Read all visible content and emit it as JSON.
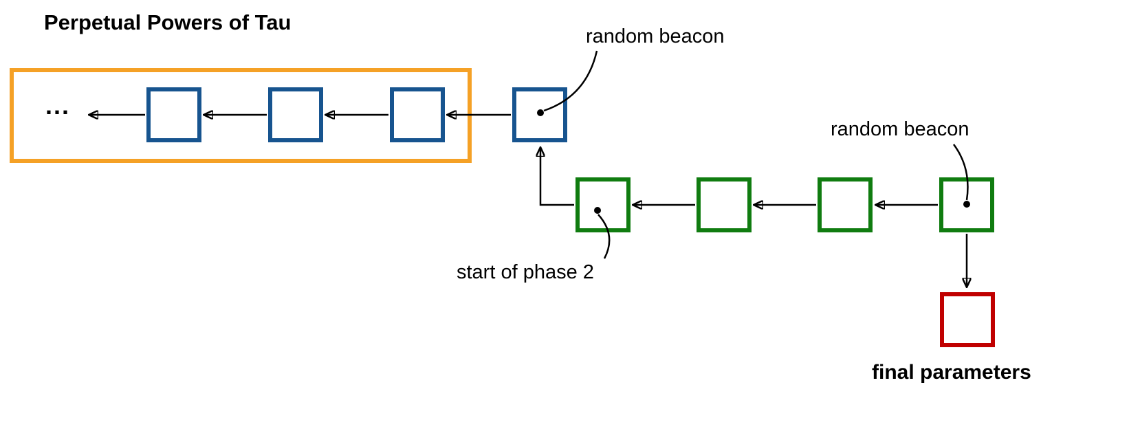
{
  "diagram": {
    "title": "Perpetual Powers of Tau",
    "ellipsis": "...",
    "labels": {
      "random_beacon_top": "random beacon",
      "random_beacon_right": "random beacon",
      "start_of_phase_2": "start of phase 2",
      "final_parameters": "final parameters"
    },
    "colors": {
      "group-box": "#F5A126",
      "phase1-node": "#17548F",
      "phase2-node": "#107C10",
      "final-node": "#C00000",
      "line": "#000000",
      "text": "#000000",
      "background": "#FFFFFF"
    },
    "structure": {
      "type": "flow-diagram",
      "phase1_nodes_in_group_box": 3,
      "phase1_continues_with_ellipsis": true,
      "phase1_beacon_nodes": 1,
      "phase2_chain_nodes": 4,
      "final_nodes": 1,
      "arrow_direction": "right-to-left along chains; phase 2 feeds into phase 1 beacon node; final parameters hang below phase 2 beacon node"
    }
  }
}
